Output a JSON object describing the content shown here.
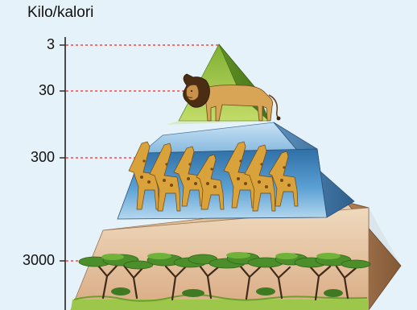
{
  "axis": {
    "title": "Kilo/kalori",
    "ticks": [
      "3",
      "30",
      "300",
      "3000"
    ]
  },
  "levels": [
    {
      "organism": "lion",
      "icon": "lion-icon"
    },
    {
      "organism": "giraffe",
      "icon": "giraffe-icon"
    },
    {
      "organism": "acacia-tree",
      "icon": "acacia-tree-icon"
    }
  ],
  "colors": {
    "background": "#e6f2f9",
    "apex": "#9fc33c",
    "middle": "#4d92c8",
    "base": "#e2c09a",
    "guide": "#e03030"
  }
}
